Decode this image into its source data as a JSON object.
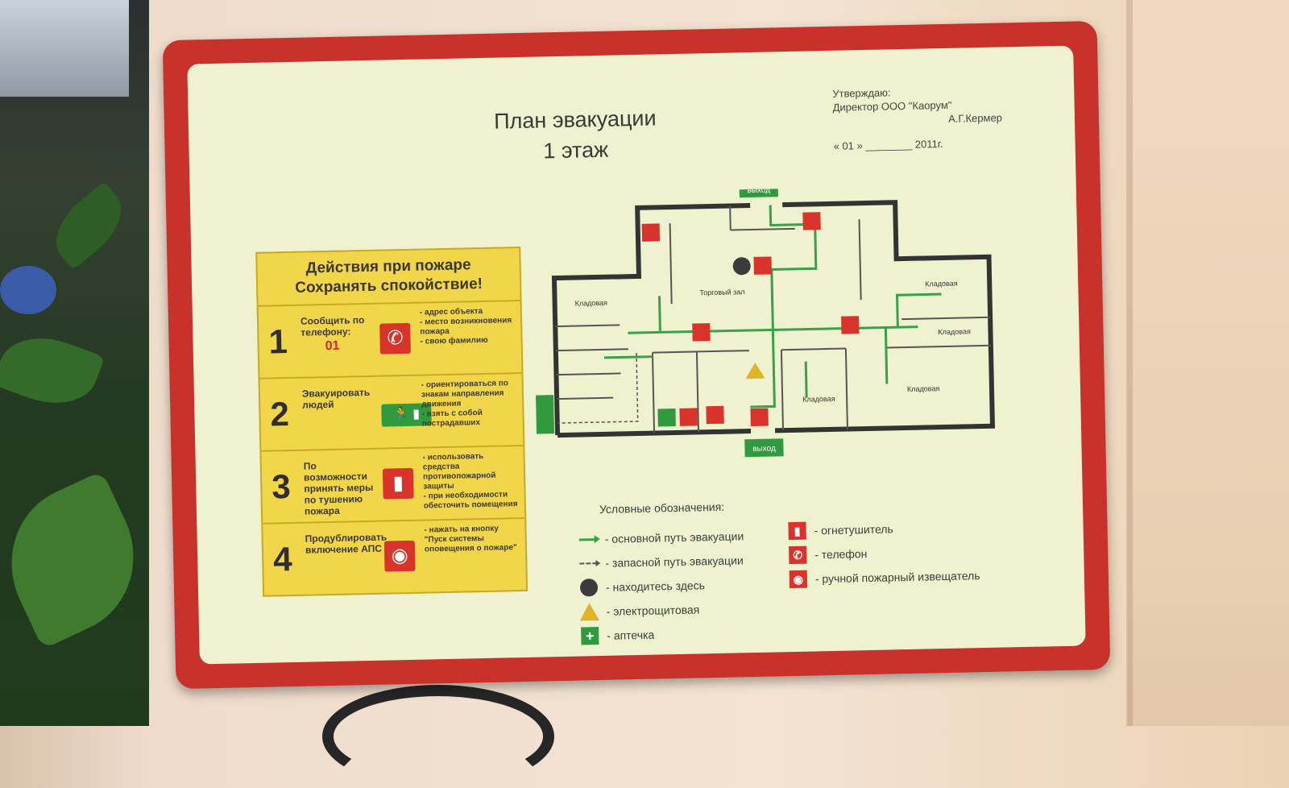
{
  "sign": {
    "title_line1": "План эвакуации",
    "title_line2": "1 этаж",
    "approval": {
      "line1": "Утверждаю:",
      "line2": "Директор ООО \"Каорум\"",
      "signatory": "А.Г.Кермер",
      "date": "« 01 » ________ 2011г."
    },
    "actions": {
      "heading1": "Действия при пожаре",
      "heading2": "Сохранять спокойствие!",
      "steps": [
        {
          "num": "1",
          "text": "Сообщить по телефону:",
          "extra": "01",
          "icon": "phone-icon",
          "note": "- адрес объекта\n- место возникновения пожара\n- свою фамилию"
        },
        {
          "num": "2",
          "text": "Эвакуировать людей",
          "icon": "exit-sign-icon",
          "note": "- ориентироваться по знакам направления движения\n- взять с собой пострадавших"
        },
        {
          "num": "3",
          "text": "По возможности принять меры по тушению пожара",
          "icon": "extinguisher-icon",
          "note": "- использовать средства противопожарной защиты\n- при необходимости обесточить помещения"
        },
        {
          "num": "4",
          "text": "Продублировать включение АПС",
          "icon": "fire-alarm-button-icon",
          "note": "- нажать на кнопку \"Пуск системы оповещения о пожаре\""
        }
      ]
    },
    "plan": {
      "exit_label": "выход",
      "rooms": {
        "hall": "Торговый зал",
        "storage": "Кладовая"
      }
    },
    "legend": {
      "title": "Условные обозначения:",
      "left": [
        {
          "icon": "arrow-solid",
          "label": "- основной путь эвакуации"
        },
        {
          "icon": "arrow-dashed",
          "label": "- запасной путь эвакуации"
        },
        {
          "icon": "you-are-here",
          "label": "- находитесь здесь"
        },
        {
          "icon": "electrical-panel",
          "label": "- электрощитовая"
        },
        {
          "icon": "first-aid",
          "label": "- аптечка"
        }
      ],
      "right": [
        {
          "icon": "extinguisher",
          "label": "- огнетушитель"
        },
        {
          "icon": "phone",
          "label": "- телефон"
        },
        {
          "icon": "alarm-button",
          "label": "- ручной пожарный извещатель"
        }
      ]
    },
    "colors": {
      "frame": "#c9312b",
      "board": "#eef2cf",
      "panel": "#f2d64a",
      "exit": "#2f9b3e",
      "route": "#3aa04a",
      "equipment": "#d9342b"
    }
  }
}
